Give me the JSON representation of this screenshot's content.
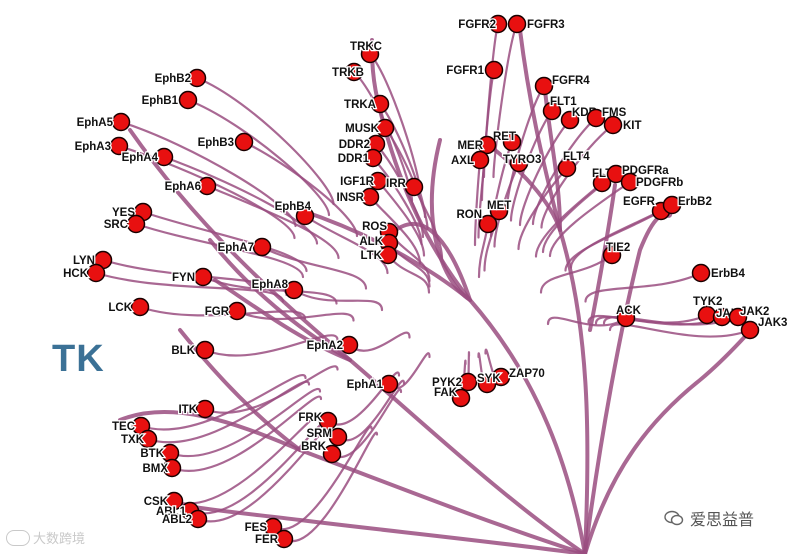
{
  "group_label": "TK",
  "colors": {
    "branch": "#9a4d80",
    "node": "#e81010",
    "group_label": "#3b7196"
  },
  "watermark_left": {
    "icon": "chat-bubble-icon",
    "text": "大数跨境"
  },
  "watermark_right": {
    "icon": "wechat-icon",
    "text": "爱思益普"
  },
  "kinases": [
    "FGFR2",
    "FGFR3",
    "TRKC",
    "TRKB",
    "FGFR1",
    "FGFR4",
    "EphB2",
    "EphB1",
    "TRKA",
    "FLT1",
    "KDR",
    "FMS",
    "KIT",
    "EphA5",
    "EphA3",
    "MUSK",
    "DDR2",
    "DDR1",
    "RET",
    "MER",
    "AXL",
    "TYRO3",
    "EphA4",
    "EphB3",
    "FLT4",
    "FLT3",
    "PDGFRa",
    "PDGFRb",
    "IGF1R",
    "INSR",
    "IRR",
    "EphA6",
    "EGFR",
    "ErbB2",
    "YES",
    "SRC",
    "EphB4",
    "MET",
    "RON",
    "ROS",
    "ALK",
    "LTK",
    "EphA7",
    "TIE2",
    "LYN",
    "HCK",
    "FYN",
    "ErbB4",
    "EphA8",
    "FGR",
    "LCK",
    "ACK",
    "TYK2",
    "JAK1",
    "JAK2",
    "JAK3",
    "BLK",
    "EphA2",
    "ZAP70",
    "PYK2",
    "SYK",
    "FAK",
    "EphA1",
    "ITK",
    "FRK",
    "TEC",
    "TXK",
    "SRM",
    "BRK",
    "BTK",
    "BMX",
    "CSK",
    "ABL1",
    "ABL2",
    "FES",
    "FER"
  ]
}
